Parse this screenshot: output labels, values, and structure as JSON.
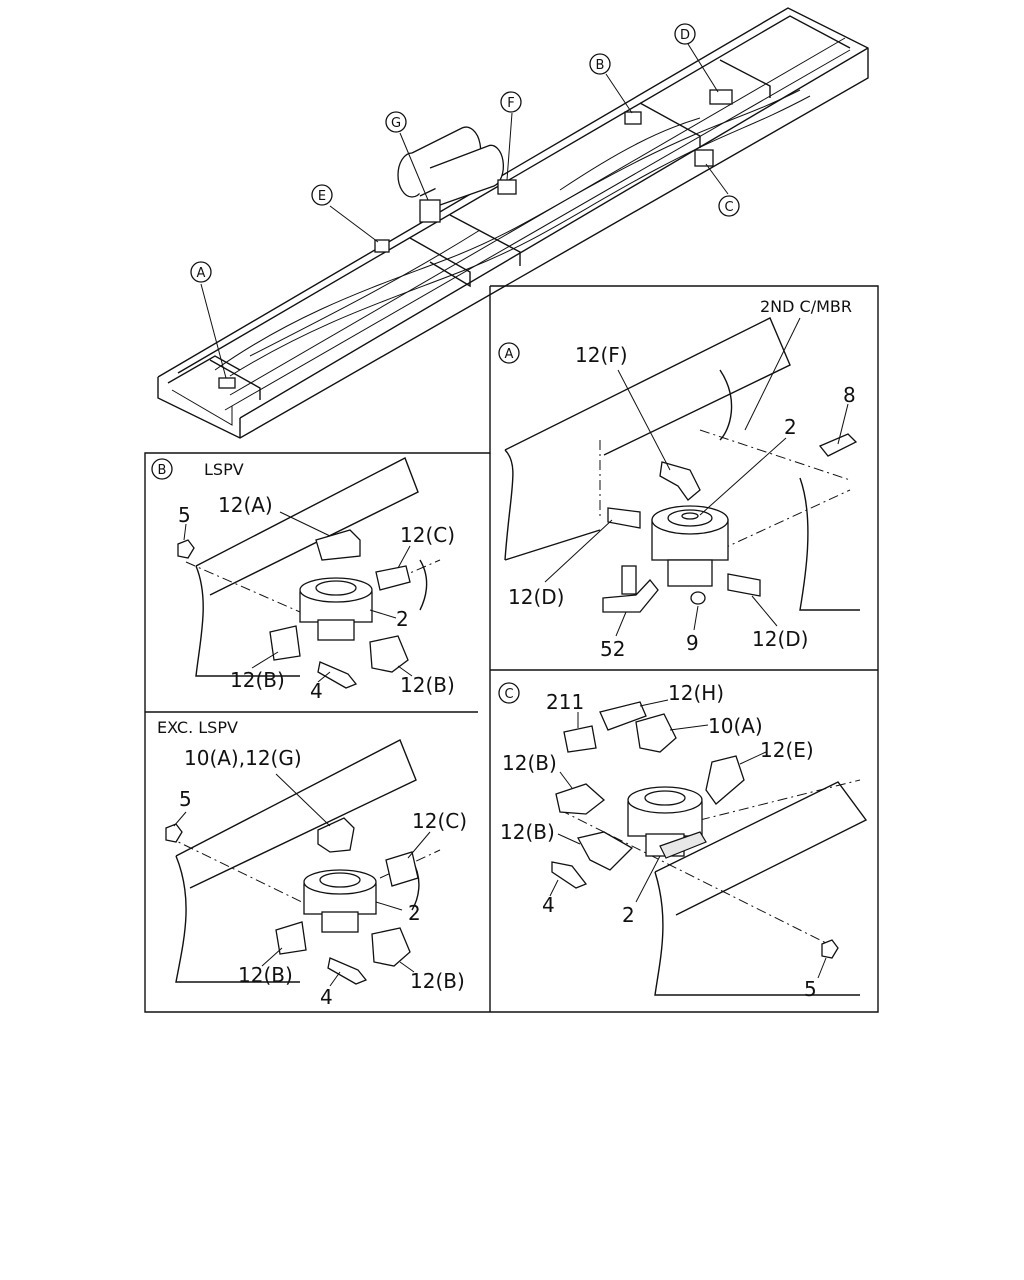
{
  "overview": {
    "callouts": [
      "A",
      "B",
      "C",
      "D",
      "E",
      "F",
      "G"
    ]
  },
  "panel_a": {
    "letter": "A",
    "header": "2ND C/MBR",
    "labels": {
      "l12f": "12(F)",
      "l8": "8",
      "l2": "2",
      "l12d_left": "12(D)",
      "l52": "52",
      "l9": "9",
      "l12d_right": "12(D)"
    }
  },
  "panel_b": {
    "letter": "B",
    "header": "LSPV",
    "labels": {
      "l5": "5",
      "l12a": "12(A)",
      "l12c": "12(C)",
      "l2": "2",
      "l12b_left": "12(B)",
      "l4": "4",
      "l12b_right": "12(B)"
    }
  },
  "panel_exc": {
    "header": "EXC. LSPV",
    "labels": {
      "l10a12g": "10(A),12(G)",
      "l5": "5",
      "l12c": "12(C)",
      "l2": "2",
      "l12b_left": "12(B)",
      "l4": "4",
      "l12b_right": "12(B)"
    }
  },
  "panel_c": {
    "letter": "C",
    "labels": {
      "l211": "211",
      "l12h": "12(H)",
      "l10a": "10(A)",
      "l12e": "12(E)",
      "l12b_top": "12(B)",
      "l12b_bottom": "12(B)",
      "l4": "4",
      "l2": "2",
      "l5": "5"
    }
  }
}
